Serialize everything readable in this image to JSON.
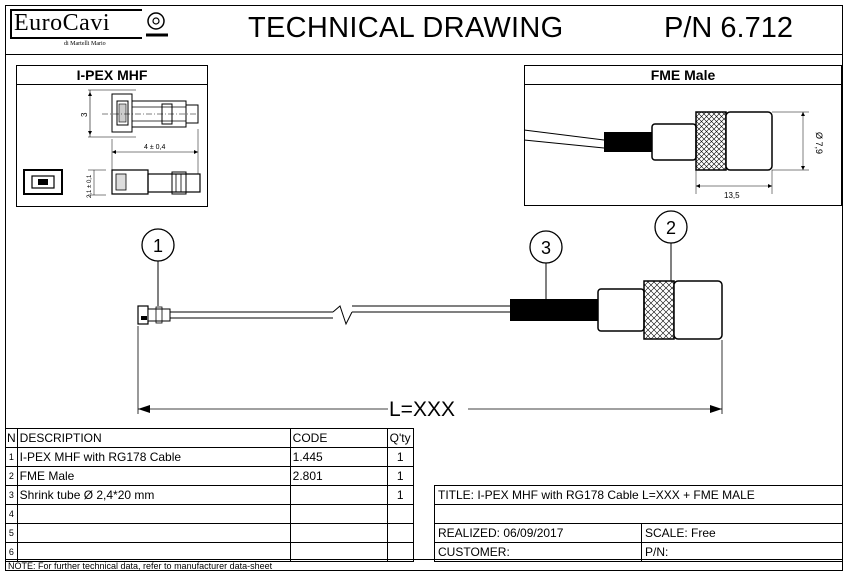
{
  "header": {
    "logo_text": "EuroCavi",
    "logo_sub": "di Martelli Mario",
    "title": "TECHNICAL DRAWING",
    "part_number": "P/N 6.712"
  },
  "connector_left": {
    "title": "I-PEX MHF",
    "dim_height": "3",
    "dim_length": "4 ± 0,4",
    "dim_side": "2,1 ± 0,1"
  },
  "connector_right": {
    "title": "FME Male",
    "dim_diameter": "Ø 7,9",
    "dim_length": "13,5"
  },
  "assembly": {
    "callout_1": "1",
    "callout_2": "2",
    "callout_3": "3",
    "length_label": "L=XXX"
  },
  "bom": {
    "headers": {
      "n": "N",
      "description": "DESCRIPTION",
      "code": "CODE",
      "qty": "Q'ty"
    },
    "rows": [
      {
        "n": "1",
        "description": "I-PEX MHF with RG178 Cable",
        "code": "1.445",
        "qty": "1"
      },
      {
        "n": "2",
        "description": "FME Male",
        "code": "2.801",
        "qty": "1"
      },
      {
        "n": "3",
        "description": "Shrink tube Ø 2,4*20 mm",
        "code": "",
        "qty": "1"
      },
      {
        "n": "4",
        "description": "",
        "code": "",
        "qty": ""
      },
      {
        "n": "5",
        "description": "",
        "code": "",
        "qty": ""
      },
      {
        "n": "6",
        "description": "",
        "code": "",
        "qty": ""
      }
    ]
  },
  "title_block": {
    "title": "TITLE: I-PEX MHF with RG178 Cable L=XXX + FME MALE",
    "realized": "REALIZED: 06/09/2017",
    "scale": "SCALE: Free",
    "customer": "CUSTOMER:",
    "pn": "P/N:"
  },
  "note": "NOTE: For further technical data, refer to manufacturer data-sheet",
  "colors": {
    "line": "#000000",
    "background": "#ffffff"
  }
}
